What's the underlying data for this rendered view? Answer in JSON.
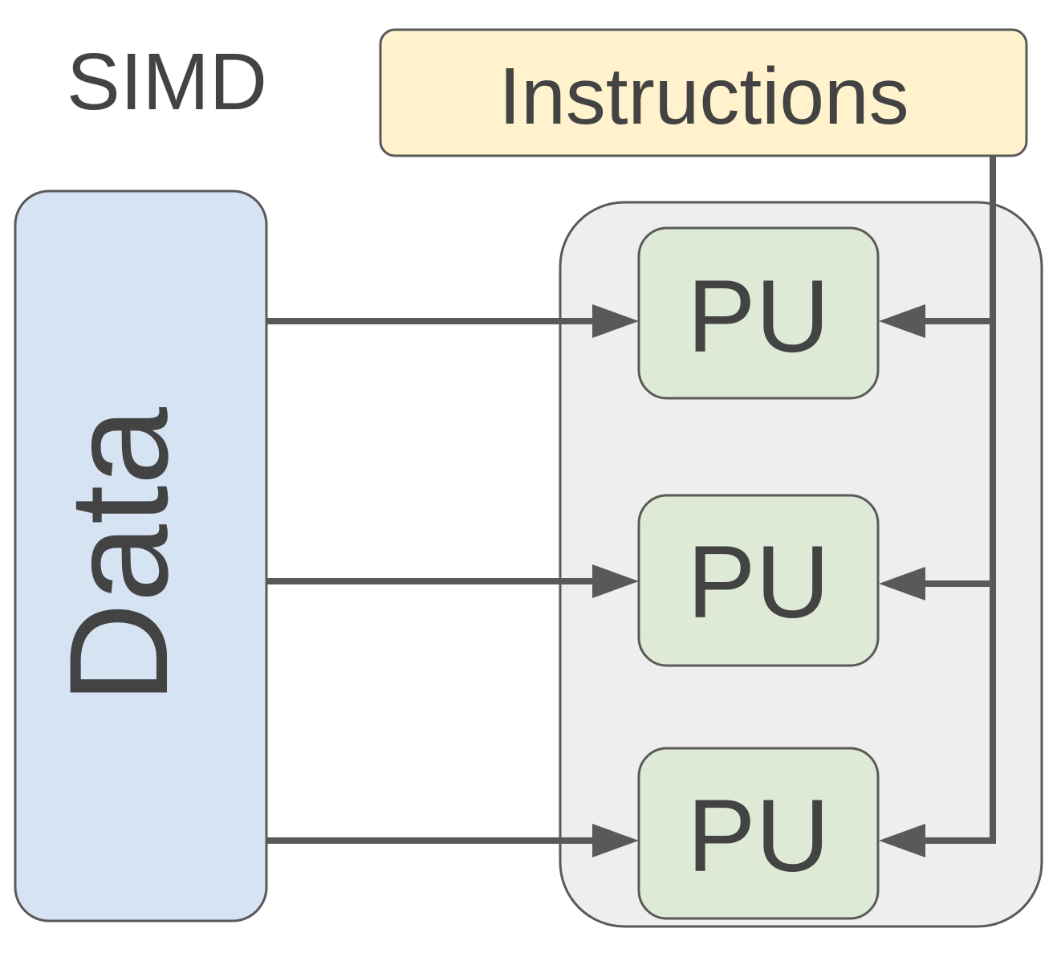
{
  "title": "SIMD",
  "instructions_label": "Instructions",
  "data_label": "Data",
  "processing_units": [
    {
      "label": "PU"
    },
    {
      "label": "PU"
    },
    {
      "label": "PU"
    }
  ],
  "colors": {
    "stroke": "#595959",
    "text": "#434343",
    "instructions_fill": "#fff2cc",
    "data_fill": "#d5e3f3",
    "group_fill": "#eeeeee",
    "pu_fill": "#deead6"
  }
}
